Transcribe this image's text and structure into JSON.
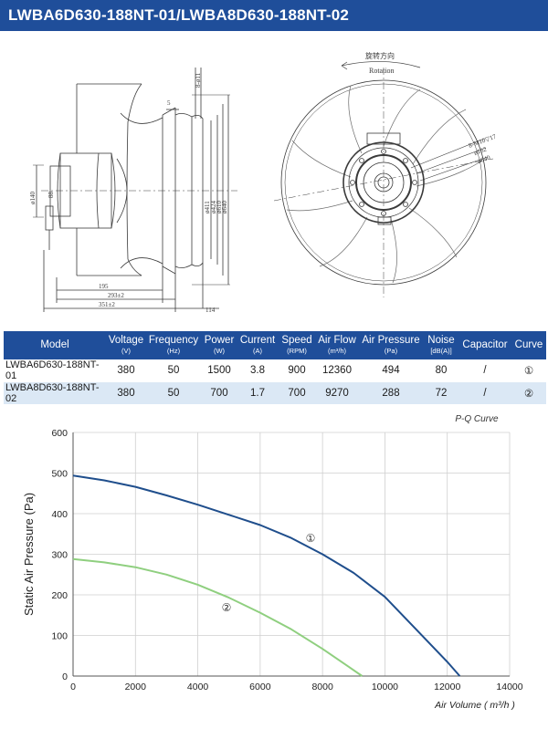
{
  "header": {
    "title": "LWBA6D630-188NT-01/LWBA8D630-188NT-02"
  },
  "drawing": {
    "side_view": {
      "dims": [
        "8-ø11",
        "5",
        "ø411",
        "ø424",
        "ø610",
        "ø640",
        "ø140",
        "88",
        "195",
        "293±2",
        "351±2",
        "114"
      ]
    },
    "front_view": {
      "rotation_cn": "旋转方向",
      "rotation_en": "Rotation",
      "dims": [
        "8-M10▽17",
        "ø162",
        "ø640"
      ]
    }
  },
  "specs_table": {
    "columns": [
      {
        "label": "Model",
        "unit": ""
      },
      {
        "label": "Voltage",
        "unit": "(V)"
      },
      {
        "label": "Frequency",
        "unit": "(Hz)"
      },
      {
        "label": "Power",
        "unit": "(W)"
      },
      {
        "label": "Current",
        "unit": "(A)"
      },
      {
        "label": "Speed",
        "unit": "(RPM)"
      },
      {
        "label": "Air Flow",
        "unit": "(m³/h)"
      },
      {
        "label": "Air Pressure",
        "unit": "(Pa)"
      },
      {
        "label": "Noise",
        "unit": "[dB(A)]"
      },
      {
        "label": "Capacitor",
        "unit": ""
      },
      {
        "label": "Curve",
        "unit": ""
      }
    ],
    "rows": [
      [
        "LWBA6D630-188NT-01",
        "380",
        "50",
        "1500",
        "3.8",
        "900",
        "12360",
        "494",
        "80",
        "/",
        "①"
      ],
      [
        "LWBA8D630-188NT-02",
        "380",
        "50",
        "700",
        "1.7",
        "700",
        "9270",
        "288",
        "72",
        "/",
        "②"
      ]
    ]
  },
  "chart_data": {
    "type": "line",
    "title": "P-Q Curve",
    "xlabel": "Air Volume ( m³/h )",
    "ylabel": "Static Air Pressure  (Pa)",
    "xlim": [
      0,
      14000
    ],
    "ylim": [
      0,
      600
    ],
    "xticks": [
      0,
      2000,
      4000,
      6000,
      8000,
      10000,
      12000,
      14000
    ],
    "yticks": [
      0,
      100,
      200,
      300,
      400,
      500,
      600
    ],
    "grid": true,
    "series": [
      {
        "name": "①",
        "color": "#1f4e8c",
        "x": [
          0,
          1000,
          2000,
          3000,
          4000,
          5000,
          6000,
          7000,
          8000,
          9000,
          10000,
          11000,
          12000,
          12400
        ],
        "y": [
          494,
          482,
          466,
          445,
          422,
          397,
          372,
          340,
          300,
          254,
          195,
          115,
          35,
          0
        ]
      },
      {
        "name": "②",
        "color": "#8fcf7f",
        "x": [
          0,
          1000,
          2000,
          3000,
          4000,
          5000,
          6000,
          7000,
          8000,
          8800,
          9270
        ],
        "y": [
          288,
          280,
          268,
          250,
          225,
          193,
          156,
          115,
          67,
          25,
          0
        ]
      }
    ]
  }
}
